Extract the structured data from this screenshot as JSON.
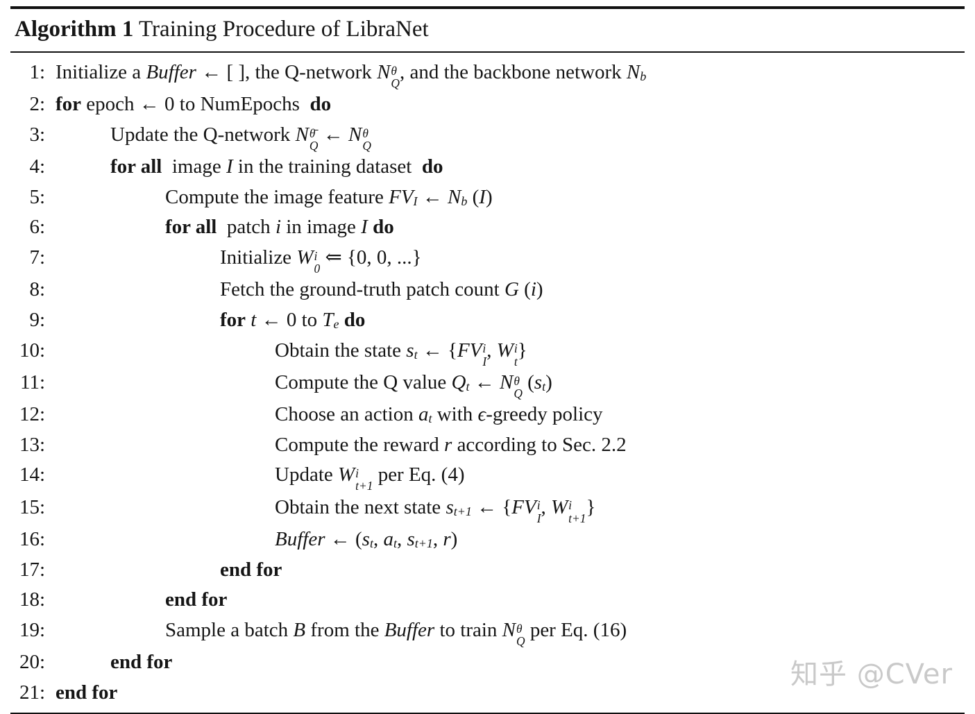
{
  "header": {
    "label": "Algorithm 1",
    "title": " Training Procedure of LibraNet"
  },
  "watermark": "知乎 @CVer",
  "algorithm": {
    "lines": [
      {
        "num": "1:",
        "indent": 0,
        "segments": [
          {
            "k": "t",
            "v": "Initialize a "
          },
          {
            "k": "i",
            "v": "Buffer"
          },
          {
            "k": "t",
            "v": " ← [ ], the Q-network "
          },
          {
            "k": "m",
            "v": "N",
            "sup": "θ",
            "sub": "Q"
          },
          {
            "k": "t",
            "v": ", and the backbone network "
          },
          {
            "k": "m",
            "v": "N",
            "sub": "b"
          }
        ]
      },
      {
        "num": "2:",
        "indent": 0,
        "segments": [
          {
            "k": "b",
            "v": "for"
          },
          {
            "k": "t",
            "v": " epoch ← 0 to NumEpochs "
          },
          {
            "k": "b",
            "v": "do"
          }
        ]
      },
      {
        "num": "3:",
        "indent": 1,
        "segments": [
          {
            "k": "t",
            "v": "Update the Q-network "
          },
          {
            "k": "m",
            "v": "N",
            "sup": "θ̄",
            "sub": "Q"
          },
          {
            "k": "t",
            "v": " ← "
          },
          {
            "k": "m",
            "v": "N",
            "sup": "θ",
            "sub": "Q"
          }
        ]
      },
      {
        "num": "4:",
        "indent": 1,
        "segments": [
          {
            "k": "b",
            "v": "for all"
          },
          {
            "k": "t",
            "v": " image "
          },
          {
            "k": "m",
            "v": "I"
          },
          {
            "k": "t",
            "v": " in the training dataset "
          },
          {
            "k": "b",
            "v": "do"
          }
        ]
      },
      {
        "num": "5:",
        "indent": 2,
        "segments": [
          {
            "k": "t",
            "v": "Compute the image feature "
          },
          {
            "k": "m",
            "v": "FV",
            "sub": "I"
          },
          {
            "k": "t",
            "v": " ← "
          },
          {
            "k": "m",
            "v": "N",
            "sub": "b"
          },
          {
            "k": "t",
            "v": " ("
          },
          {
            "k": "m",
            "v": "I"
          },
          {
            "k": "t",
            "v": ")"
          }
        ]
      },
      {
        "num": "6:",
        "indent": 2,
        "segments": [
          {
            "k": "b",
            "v": "for all"
          },
          {
            "k": "t",
            "v": " patch "
          },
          {
            "k": "m",
            "v": "i"
          },
          {
            "k": "t",
            "v": " in image "
          },
          {
            "k": "m",
            "v": "I"
          },
          {
            "k": "t",
            "v": " "
          },
          {
            "k": "b",
            "v": "do"
          }
        ]
      },
      {
        "num": "7:",
        "indent": 3,
        "segments": [
          {
            "k": "t",
            "v": "Initialize "
          },
          {
            "k": "m",
            "v": "W",
            "sup": "i",
            "sub": "0"
          },
          {
            "k": "t",
            "v": " ⇐ {0, 0, ...}"
          }
        ]
      },
      {
        "num": "8:",
        "indent": 3,
        "segments": [
          {
            "k": "t",
            "v": "Fetch the ground-truth patch count "
          },
          {
            "k": "m",
            "v": "G"
          },
          {
            "k": "t",
            "v": " ("
          },
          {
            "k": "m",
            "v": "i"
          },
          {
            "k": "t",
            "v": ")"
          }
        ]
      },
      {
        "num": "9:",
        "indent": 3,
        "segments": [
          {
            "k": "b",
            "v": "for"
          },
          {
            "k": "t",
            "v": " "
          },
          {
            "k": "m",
            "v": "t"
          },
          {
            "k": "t",
            "v": " ← 0 to "
          },
          {
            "k": "m",
            "v": "T",
            "sub": "e"
          },
          {
            "k": "t",
            "v": " "
          },
          {
            "k": "b",
            "v": "do"
          }
        ]
      },
      {
        "num": "10:",
        "indent": 4,
        "segments": [
          {
            "k": "t",
            "v": "Obtain the state "
          },
          {
            "k": "m",
            "v": "s",
            "sub": "t"
          },
          {
            "k": "t",
            "v": " ← {"
          },
          {
            "k": "m",
            "v": "FV",
            "sup": "i",
            "sub": "I"
          },
          {
            "k": "t",
            "v": ", "
          },
          {
            "k": "m",
            "v": "W",
            "sup": "i",
            "sub": "t"
          },
          {
            "k": "t",
            "v": "}"
          }
        ]
      },
      {
        "num": "11:",
        "indent": 4,
        "segments": [
          {
            "k": "t",
            "v": "Compute the Q value "
          },
          {
            "k": "m",
            "v": "Q",
            "sub": "t"
          },
          {
            "k": "t",
            "v": " ← "
          },
          {
            "k": "m",
            "v": "N",
            "sup": "θ",
            "sub": "Q"
          },
          {
            "k": "t",
            "v": " ("
          },
          {
            "k": "m",
            "v": "s",
            "sub": "t"
          },
          {
            "k": "t",
            "v": ")"
          }
        ]
      },
      {
        "num": "12:",
        "indent": 4,
        "segments": [
          {
            "k": "t",
            "v": "Choose an action "
          },
          {
            "k": "m",
            "v": "a",
            "sub": "t"
          },
          {
            "k": "t",
            "v": " with "
          },
          {
            "k": "m",
            "v": "ϵ"
          },
          {
            "k": "t",
            "v": "-greedy policy"
          }
        ]
      },
      {
        "num": "13:",
        "indent": 4,
        "segments": [
          {
            "k": "t",
            "v": "Compute the reward "
          },
          {
            "k": "m",
            "v": "r"
          },
          {
            "k": "t",
            "v": " according to Sec. 2.2"
          }
        ]
      },
      {
        "num": "14:",
        "indent": 4,
        "segments": [
          {
            "k": "t",
            "v": "Update "
          },
          {
            "k": "m",
            "v": "W",
            "sup": "i",
            "sub": "t+1"
          },
          {
            "k": "t",
            "v": " per Eq. (4)"
          }
        ]
      },
      {
        "num": "15:",
        "indent": 4,
        "segments": [
          {
            "k": "t",
            "v": "Obtain the next state "
          },
          {
            "k": "m",
            "v": "s",
            "sub": "t+1"
          },
          {
            "k": "t",
            "v": " ← {"
          },
          {
            "k": "m",
            "v": "FV",
            "sup": "i",
            "sub": "I"
          },
          {
            "k": "t",
            "v": ", "
          },
          {
            "k": "m",
            "v": "W",
            "sup": "i",
            "sub": "t+1"
          },
          {
            "k": "t",
            "v": "}"
          }
        ]
      },
      {
        "num": "16:",
        "indent": 4,
        "segments": [
          {
            "k": "i",
            "v": "Buffer"
          },
          {
            "k": "t",
            "v": " ← ("
          },
          {
            "k": "m",
            "v": "s",
            "sub": "t"
          },
          {
            "k": "t",
            "v": ", "
          },
          {
            "k": "m",
            "v": "a",
            "sub": "t"
          },
          {
            "k": "t",
            "v": ", "
          },
          {
            "k": "m",
            "v": "s",
            "sub": "t+1"
          },
          {
            "k": "t",
            "v": ", "
          },
          {
            "k": "m",
            "v": "r"
          },
          {
            "k": "t",
            "v": ")"
          }
        ]
      },
      {
        "num": "17:",
        "indent": 3,
        "segments": [
          {
            "k": "b",
            "v": "end for"
          }
        ]
      },
      {
        "num": "18:",
        "indent": 2,
        "segments": [
          {
            "k": "b",
            "v": "end for"
          }
        ]
      },
      {
        "num": "19:",
        "indent": 2,
        "segments": [
          {
            "k": "t",
            "v": "Sample a batch "
          },
          {
            "k": "m",
            "v": "B"
          },
          {
            "k": "t",
            "v": " from the "
          },
          {
            "k": "i",
            "v": "Buffer"
          },
          {
            "k": "t",
            "v": " to train "
          },
          {
            "k": "m",
            "v": "N",
            "sup": "θ",
            "sub": "Q"
          },
          {
            "k": "t",
            "v": " per Eq. (16)"
          }
        ]
      },
      {
        "num": "20:",
        "indent": 1,
        "segments": [
          {
            "k": "b",
            "v": "end for"
          }
        ]
      },
      {
        "num": "21:",
        "indent": 0,
        "segments": [
          {
            "k": "b",
            "v": "end for"
          }
        ]
      }
    ]
  }
}
